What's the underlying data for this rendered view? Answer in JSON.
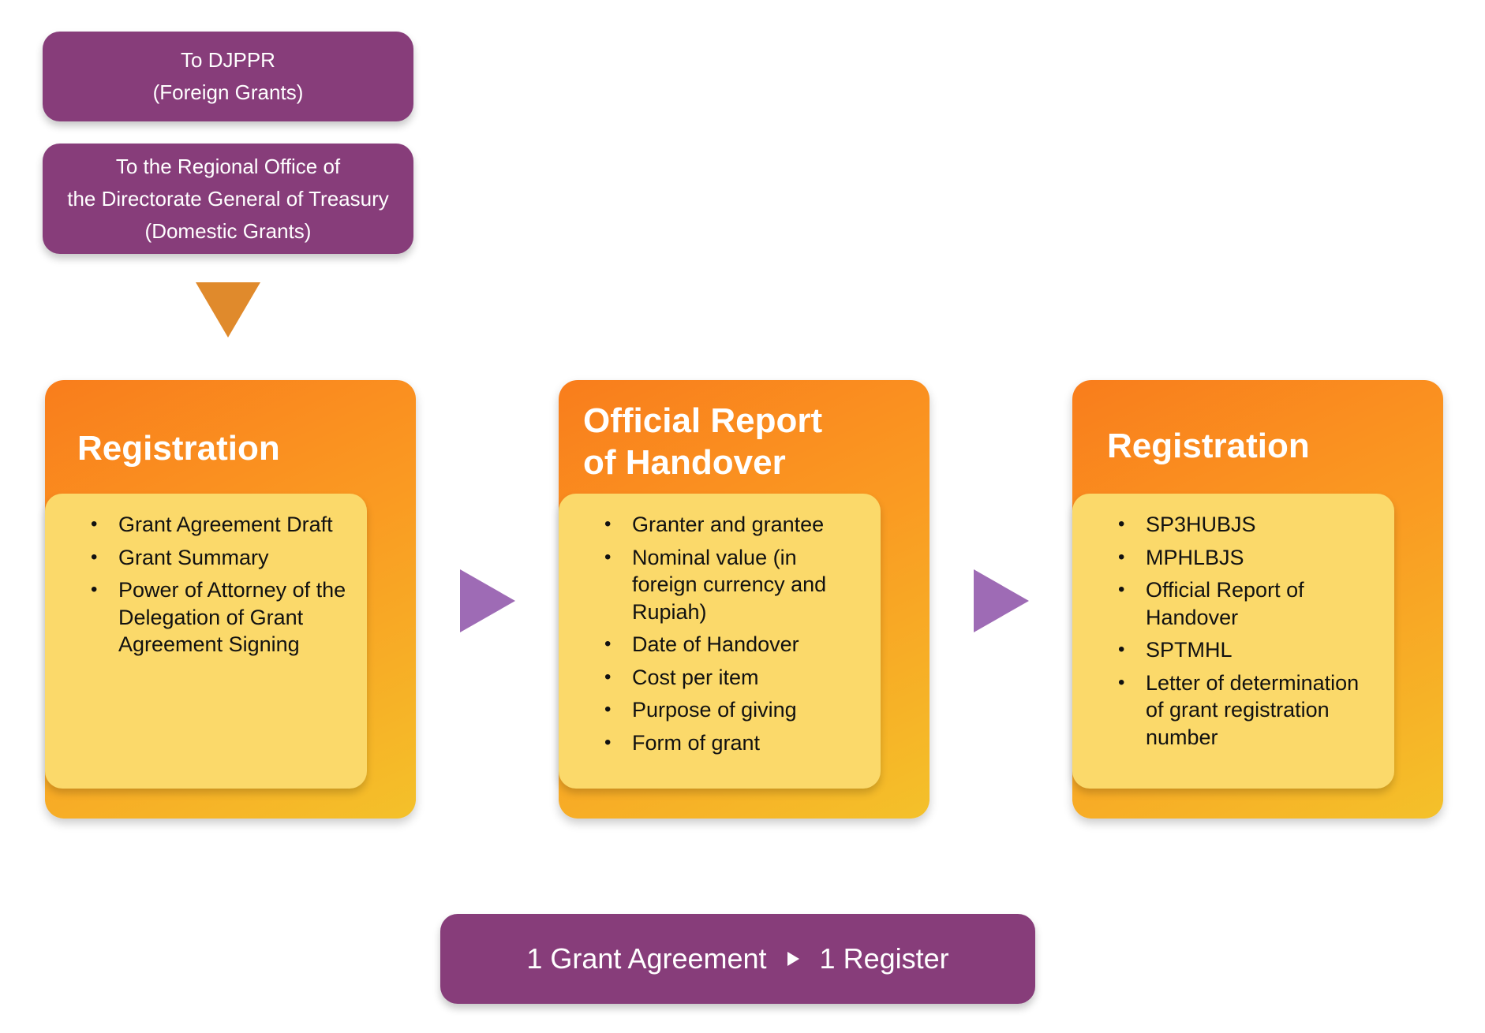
{
  "destinations": [
    {
      "lines": [
        "To DJPPR",
        "(Foreign Grants)"
      ]
    },
    {
      "lines": [
        "To the Regional Office of",
        "the Directorate General of Treasury",
        "(Domestic Grants)"
      ]
    }
  ],
  "stages": [
    {
      "title_lines": [
        "Registration"
      ],
      "items": [
        "Grant Agreement Draft",
        "Grant Summary",
        "Power of Attorney of the Delegation of Grant Agreement Signing"
      ]
    },
    {
      "title_lines": [
        "Official Report",
        "of Handover"
      ],
      "items": [
        "Granter and grantee",
        "Nominal value (in foreign currency and Rupiah)",
        "Date of Handover",
        "Cost per item",
        "Purpose of giving",
        "Form of grant"
      ]
    },
    {
      "title_lines": [
        "Registration"
      ],
      "items": [
        "SP3HUBJS",
        "MPHLBJS",
        "Official Report of Handover",
        "SPTMHL",
        "Letter of determination of grant registration number"
      ]
    }
  ],
  "summary": {
    "left": "1 Grant Agreement",
    "right": "1 Register"
  },
  "colors": {
    "purple": "#873d7a",
    "orange_arrow": "#e08a2c",
    "violet_arrow": "#9e6bb5",
    "card_orange": "#f97d1c",
    "card_yellow": "#fbd96a"
  },
  "icons": {
    "down_arrow": "triangle-down-icon",
    "flow_arrow": "triangle-right-icon",
    "summary_arrow": "small-triangle-right-icon"
  }
}
